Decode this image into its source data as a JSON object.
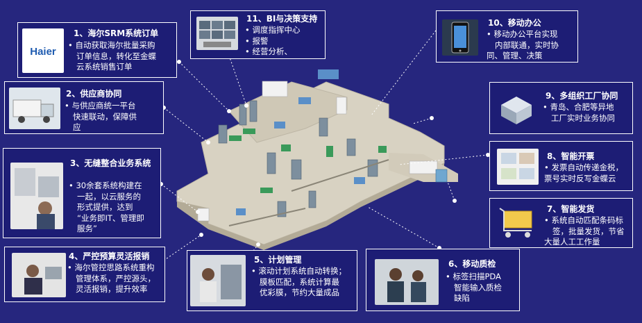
{
  "cards": [
    {
      "id": "haier-srm",
      "title": "1、海尔SRM系统订单",
      "lines": [
        "自动获取海尔批量采购",
        "订单信息，转化至金蝶",
        "云系统销售订单"
      ],
      "logo_text": "Haier"
    },
    {
      "id": "supplier",
      "title": "2、供应商协同",
      "lines": [
        "与供应商统一平台",
        "快速联动，保障供",
        "应"
      ]
    },
    {
      "id": "seamless",
      "title": "3、无缝整合业务系统",
      "lines": [
        "30余套系统构建在",
        "一起，以云服务的",
        "形式提供，达到",
        "“业务即IT、管理即",
        "服务”"
      ]
    },
    {
      "id": "budget",
      "title": "4、严控预算灵活报销",
      "lines": [
        "海尔管控思路系统重构",
        "管理体系，严控源头，",
        "灵活报销，提升效率"
      ]
    },
    {
      "id": "plan",
      "title": "5、计划管理",
      "lines": [
        "滚动计划系统自动转换；",
        "膜板匹配，系统计算最",
        "优彩膜，节约大量成品"
      ]
    },
    {
      "id": "mobile-qc",
      "title": "6、移动质检",
      "lines": [
        "标签扫描PDA",
        "智能输入质检",
        "缺陷"
      ]
    },
    {
      "id": "smart-ship",
      "title": "7、智能发货",
      "lines": [
        "系统自动匹配条码标",
        "签，批量发货，节省",
        "大量人工工作量"
      ]
    },
    {
      "id": "smart-invoice",
      "title": "8、智能开票",
      "lines": [
        "发票自动传递金税，",
        "票号实时反写金蝶云"
      ]
    },
    {
      "id": "multi-org",
      "title": "9、多组织工厂协同",
      "lines": [
        "青岛、合肥等异地",
        "工厂实时业务协同"
      ]
    },
    {
      "id": "mobile-office",
      "title": "10、移动办公",
      "lines": [
        "移动办公平台实现",
        "内部联通，实时协",
        "同、管理、决策"
      ]
    },
    {
      "id": "bi",
      "title": "11、BI与决策支持",
      "lines": [
        "调度指挥中心",
        "报警",
        "经营分析、"
      ]
    }
  ]
}
